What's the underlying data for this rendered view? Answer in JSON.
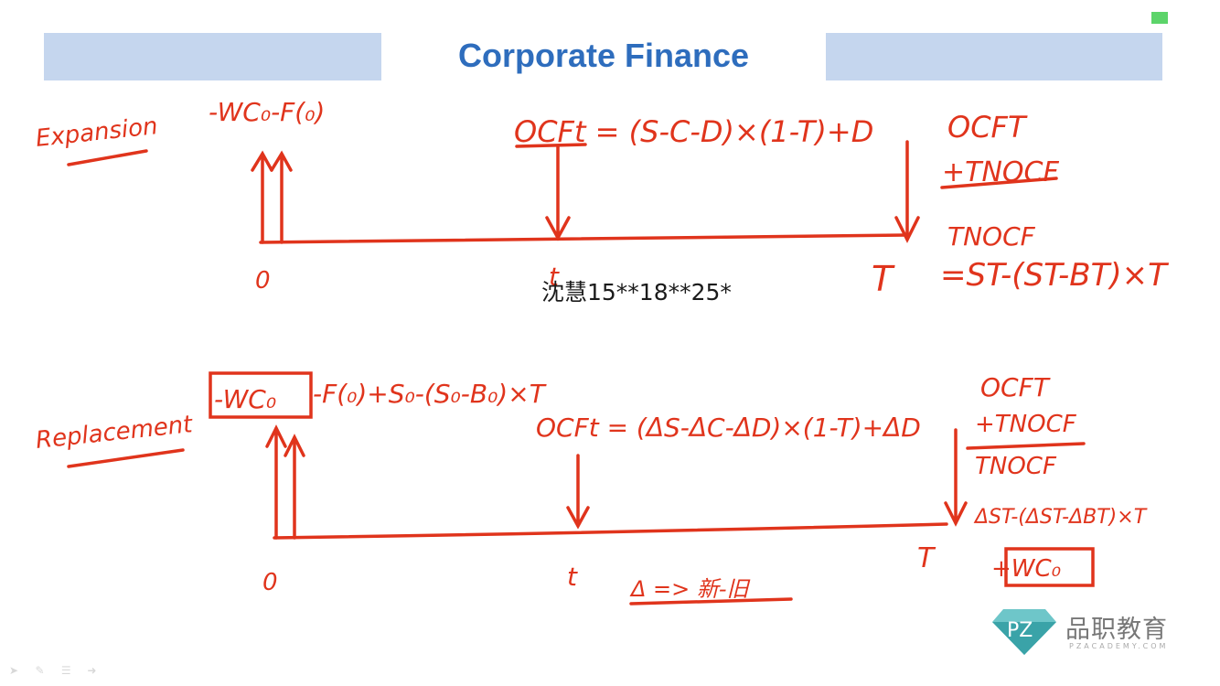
{
  "header": {
    "title": "Corporate Finance"
  },
  "watermark": "沈慧15**18**25*",
  "expansion": {
    "label": "Expansion",
    "t0_cash": "-WC₀-F(₀)",
    "ocf_formula": "OCFt = (S-C-D)×(1-T)+D",
    "terminal_ocf": "OCFT",
    "terminal_tnocf": "+TNOCF",
    "tnocf_label": "TNOCF",
    "tnocf_formula": "=ST-(ST-BT)×T",
    "tick_0": "0",
    "tick_t": "t",
    "tick_T": "T"
  },
  "replacement": {
    "label": "Replacement",
    "t0_boxed": "-WC₀",
    "t0_cash": "-F(₀)+S₀-(S₀-B₀)×T",
    "ocf_formula": "OCFt = (ΔS-ΔC-ΔD)×(1-T)+ΔD",
    "terminal_ocf": "OCFT",
    "terminal_tnocf": "+TNOCF",
    "tnocf_label": "TNOCF",
    "tnocf_formula": "ΔST-(ΔST-ΔBT)×T",
    "terminal_wc": "+WC₀",
    "tick_0": "0",
    "tick_t": "t",
    "tick_T": "T",
    "delta_note": "Δ => 新-旧"
  },
  "logo": {
    "text": "品职教育",
    "sub": "PZACADEMY.COM",
    "mark": "PZ"
  },
  "colors": {
    "ink": "#e0341c",
    "title": "#2e6dbd",
    "band": "#c5d6ee",
    "status": "#5cd46a"
  }
}
